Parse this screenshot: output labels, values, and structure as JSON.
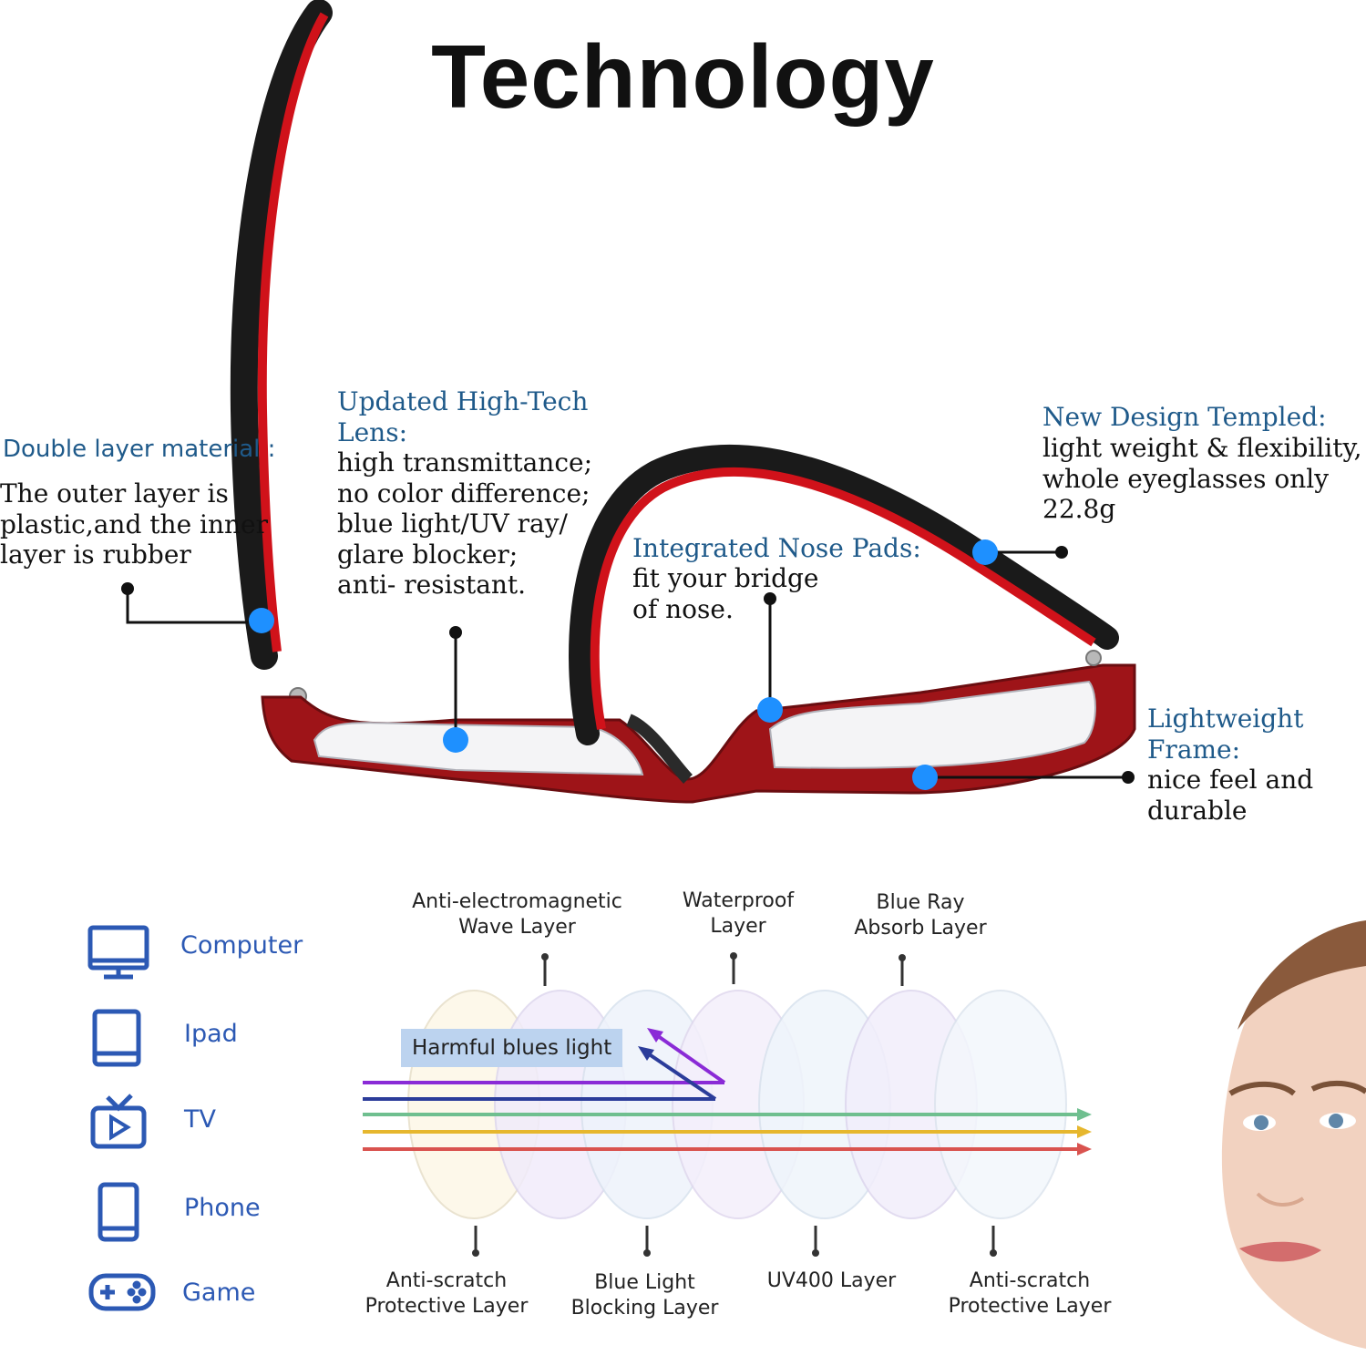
{
  "title": "Technology",
  "callouts": {
    "double_layer": {
      "header": "Double layer material :",
      "body": "The outer layer is\nplastic,and the inner\n layer is rubber"
    },
    "lens": {
      "header": "Updated High-Tech\nLens:",
      "body": "high transmittance;\nno color difference;\nblue light/UV ray/\nglare blocker;\nanti- resistant."
    },
    "nose_pads": {
      "header": "Integrated  Nose Pads:",
      "body": "fit your bridge\nof nose."
    },
    "temples": {
      "header": "New Design Templed:",
      "body": "light weight & flexibility,\nwhole eyeglasses only\n22.8g"
    },
    "frame": {
      "header": "Lightweight\nFrame:",
      "body": "nice feel and\ndurable"
    }
  },
  "devices": [
    {
      "label": "Computer",
      "icon": "computer-icon"
    },
    {
      "label": "Ipad",
      "icon": "tablet-icon"
    },
    {
      "label": "TV",
      "icon": "tv-icon"
    },
    {
      "label": "Phone",
      "icon": "phone-icon"
    },
    {
      "label": "Game",
      "icon": "gamepad-icon"
    }
  ],
  "layers_top": [
    {
      "label": "Anti-electromagnetic\nWave Layer"
    },
    {
      "label": "Waterproof\nLayer"
    },
    {
      "label": "Blue Ray\nAbsorb Layer"
    }
  ],
  "layers_bottom": [
    {
      "label": "Anti-scratch\nProtective Layer"
    },
    {
      "label": "Blue Light\nBlocking Layer"
    },
    {
      "label": "UV400 Layer"
    },
    {
      "label": "Anti-scratch\nProtective Layer"
    }
  ],
  "harmful_label": "Harmful blues light",
  "colors": {
    "accent_blue": "#1f5a8a",
    "device_blue": "#2c59b4",
    "marker_blue": "#1e90ff",
    "frame_red": "#c4161c",
    "frame_black": "#1a1a1a"
  }
}
